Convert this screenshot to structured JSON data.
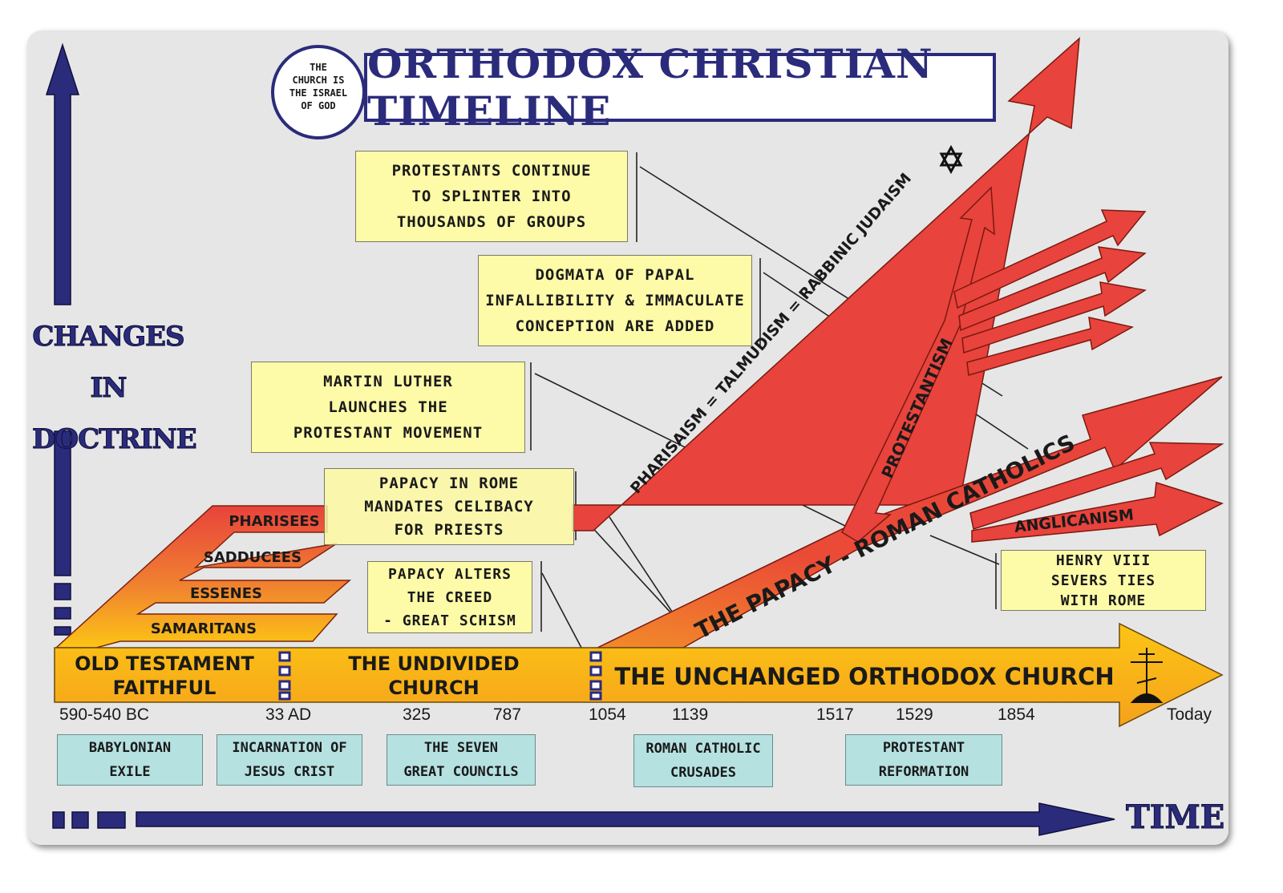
{
  "title": "ORTHODOX CHRISTIAN TIMELINE",
  "seal_text": "THE\nCHURCH IS\nTHE ISRAEL\nOF GOD",
  "y_axis_label": "CHANGES\nIN\nDOCTRINE",
  "x_axis_label": "TIME",
  "main_band": {
    "segment_1": "OLD TESTAMENT\nFAITHFUL",
    "segment_2": "THE UNDIVIDED\nCHURCH",
    "segment_3": "THE UNCHANGED ORTHODOX CHURCH"
  },
  "branches": {
    "pharisees": "PHARISEES",
    "sadducees": "SADDUCEES",
    "essenes": "ESSENES",
    "samaritans": "SAMARITANS",
    "judaism": "PHARISAISM = TALMUDISM = RABBINIC JUDAISM",
    "papacy": "THE PAPACY - ROMAN CATHOLICS",
    "protestantism": "PROTESTANTISM",
    "anglicanism": "ANGLICANISM"
  },
  "years": [
    "590-540 BC",
    "33 AD",
    "325",
    "787",
    "1054",
    "1139",
    "1517",
    "1529",
    "1854",
    "Today"
  ],
  "events": [
    "BABYLONIAN\nEXILE",
    "INCARNATION OF\nJESUS CRIST",
    "THE SEVEN\nGREAT COUNCILS",
    "ROMAN CATHOLIC\nCRUSADES",
    "PROTESTANT\nREFORMATION"
  ],
  "notes": {
    "splinter": "PROTESTANTS CONTINUE\nTO SPLINTER INTO\nTHOUSANDS OF GROUPS",
    "dogmata": "DOGMATA OF PAPAL\nINFALLIBILITY & IMMACULATE\nCONCEPTION ARE ADDED",
    "luther": "MARTIN LUTHER\nLAUNCHES THE\nPROTESTANT MOVEMENT",
    "celibacy": "PAPACY IN ROME\nMANDATES CELIBACY\nFOR PRIESTS",
    "creed": "PAPACY ALTERS\nTHE CREED\n- GREAT SCHISM",
    "henry": "HENRY VIII\nSEVERS TIES\nWITH ROME"
  },
  "colors": {
    "navy": "#2b2b7c",
    "red": "#e8433c",
    "orange": "#f5a623",
    "yellow": "#fcd20f",
    "note_bg": "#fdfaa8",
    "event_bg": "#b6e1e1",
    "panel": "#e6e6e6"
  },
  "icons": [
    "star-of-david-icon",
    "orthodox-cross-icon"
  ]
}
